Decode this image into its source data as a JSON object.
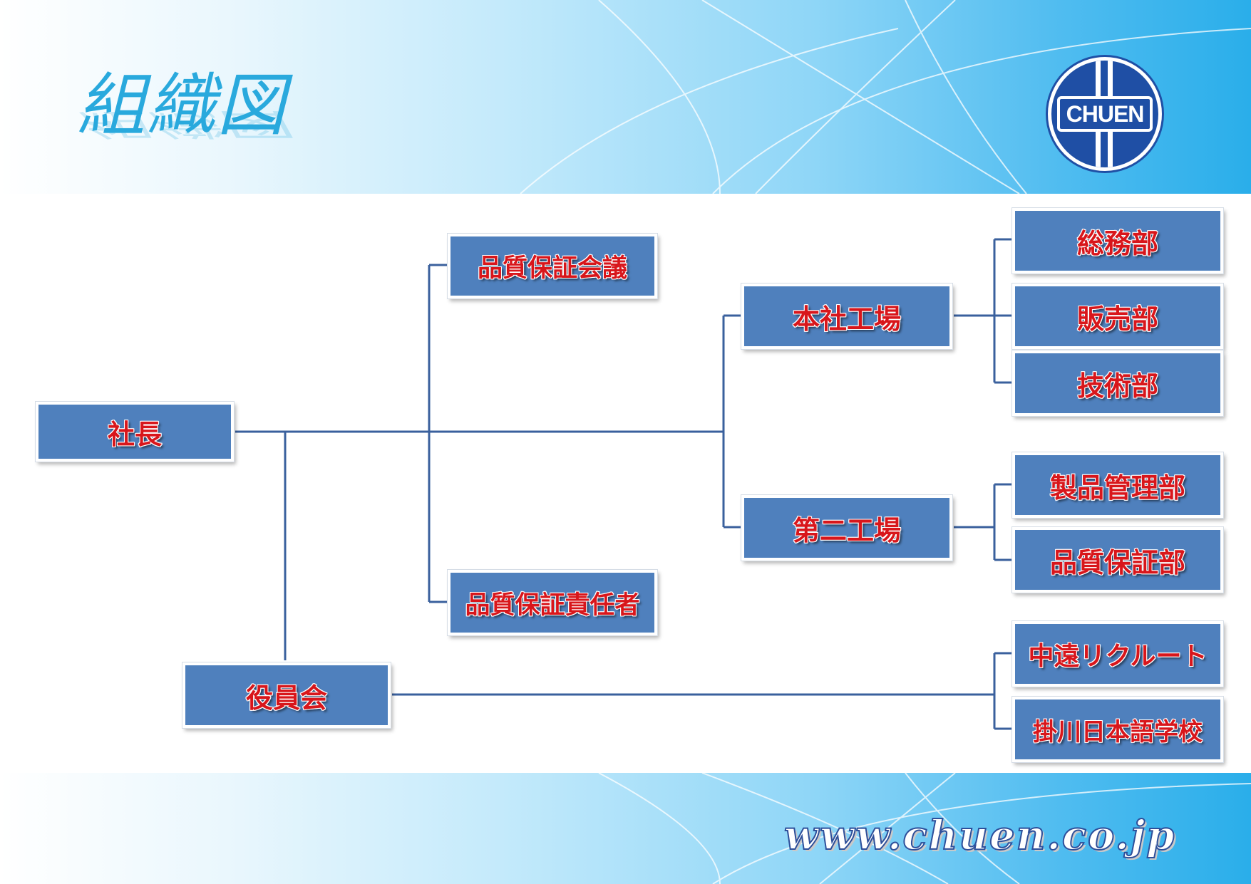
{
  "title": "組織図",
  "logo_text": "CHUEN",
  "url": "www.chuen.co.jp",
  "colors": {
    "box_fill": "#4f80bd",
    "box_text": "#d8161b",
    "connector": "#3a609d",
    "title": "#29a9dd",
    "logo": "#1f4fa5"
  },
  "org": {
    "president": "社長",
    "board": "役員会",
    "qa_council": "品質保証会議",
    "qa_manager": "品質保証責任者",
    "head_factory": "本社工場",
    "second_factory": "第二工場",
    "general_affairs": "総務部",
    "sales": "販売部",
    "technical": "技術部",
    "product_mgmt": "製品管理部",
    "qa_dept": "品質保証部",
    "recruit": "中遠リクルート",
    "language_school": "掛川日本語学校"
  }
}
